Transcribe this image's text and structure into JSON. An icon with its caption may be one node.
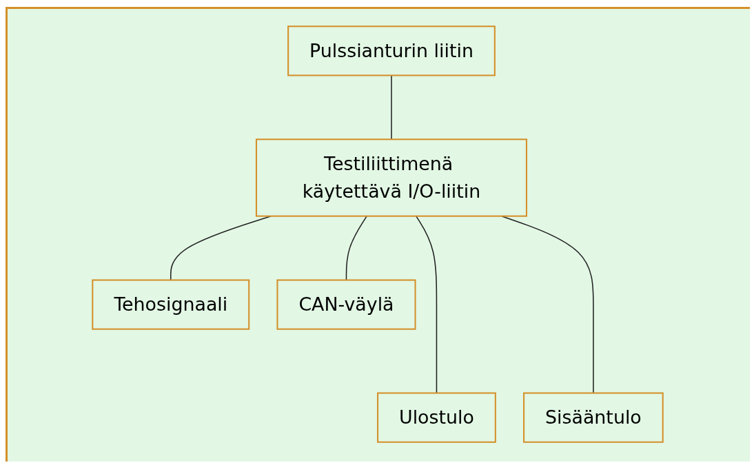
{
  "diagram": {
    "nodes": [
      {
        "text": [
          "Pulssianturin liitin"
        ]
      },
      {
        "text": [
          "Testiliittimenä käytettävä I/O-liitin"
        ]
      },
      {
        "text": [
          "Tehosignaali"
        ]
      },
      {
        "text": [
          "CAN-väylä"
        ]
      },
      {
        "text": [
          "Ulostulo"
        ]
      },
      {
        "text": [
          "Sisääntulo"
        ]
      }
    ],
    "edges": [
      {
        "from": 0,
        "to": 1,
        "arrow": "none"
      },
      {
        "from": 1,
        "to": 2,
        "arrow": "none"
      },
      {
        "from": 1,
        "to": 4,
        "arrow": "none"
      },
      {
        "from": 1,
        "to": 5,
        "arrow": "none"
      },
      {
        "from": 1,
        "to": 3,
        "arrow": "none"
      }
    ]
  }
}
